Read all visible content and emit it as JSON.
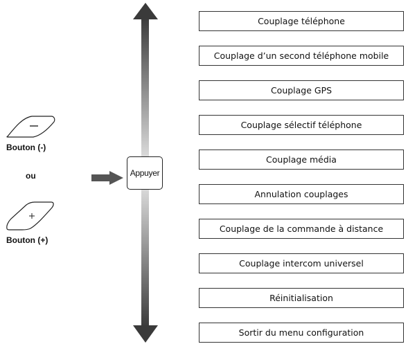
{
  "left_panel": {
    "minus_button": {
      "label": "Bouton (-)",
      "symbol": "−"
    },
    "or_text": "ou",
    "plus_button": {
      "label": "Bouton (+)",
      "symbol": "+"
    }
  },
  "center": {
    "press_button_label": "Appuyer"
  },
  "menu": {
    "items": [
      {
        "label": "Couplage téléphone"
      },
      {
        "label": "Couplage d’un second téléphone mobile"
      },
      {
        "label": "Couplage GPS"
      },
      {
        "label": "Couplage sélectif téléphone"
      },
      {
        "label": "Couplage média"
      },
      {
        "label": "Annulation couplages"
      },
      {
        "label": "Couplage de la commande à distance"
      },
      {
        "label": "Couplage intercom universel"
      },
      {
        "label": "Réinitialisation"
      },
      {
        "label": "Sortir du menu configuration"
      }
    ]
  },
  "colors": {
    "arrow_gray": "#555555",
    "bar_dark": "#3a3a3a",
    "bar_light": "#e6e6e6",
    "border": "#333333"
  },
  "icons": [
    "minus-button-icon",
    "plus-button-icon",
    "right-arrow-icon",
    "up-arrow-icon",
    "down-arrow-icon"
  ]
}
